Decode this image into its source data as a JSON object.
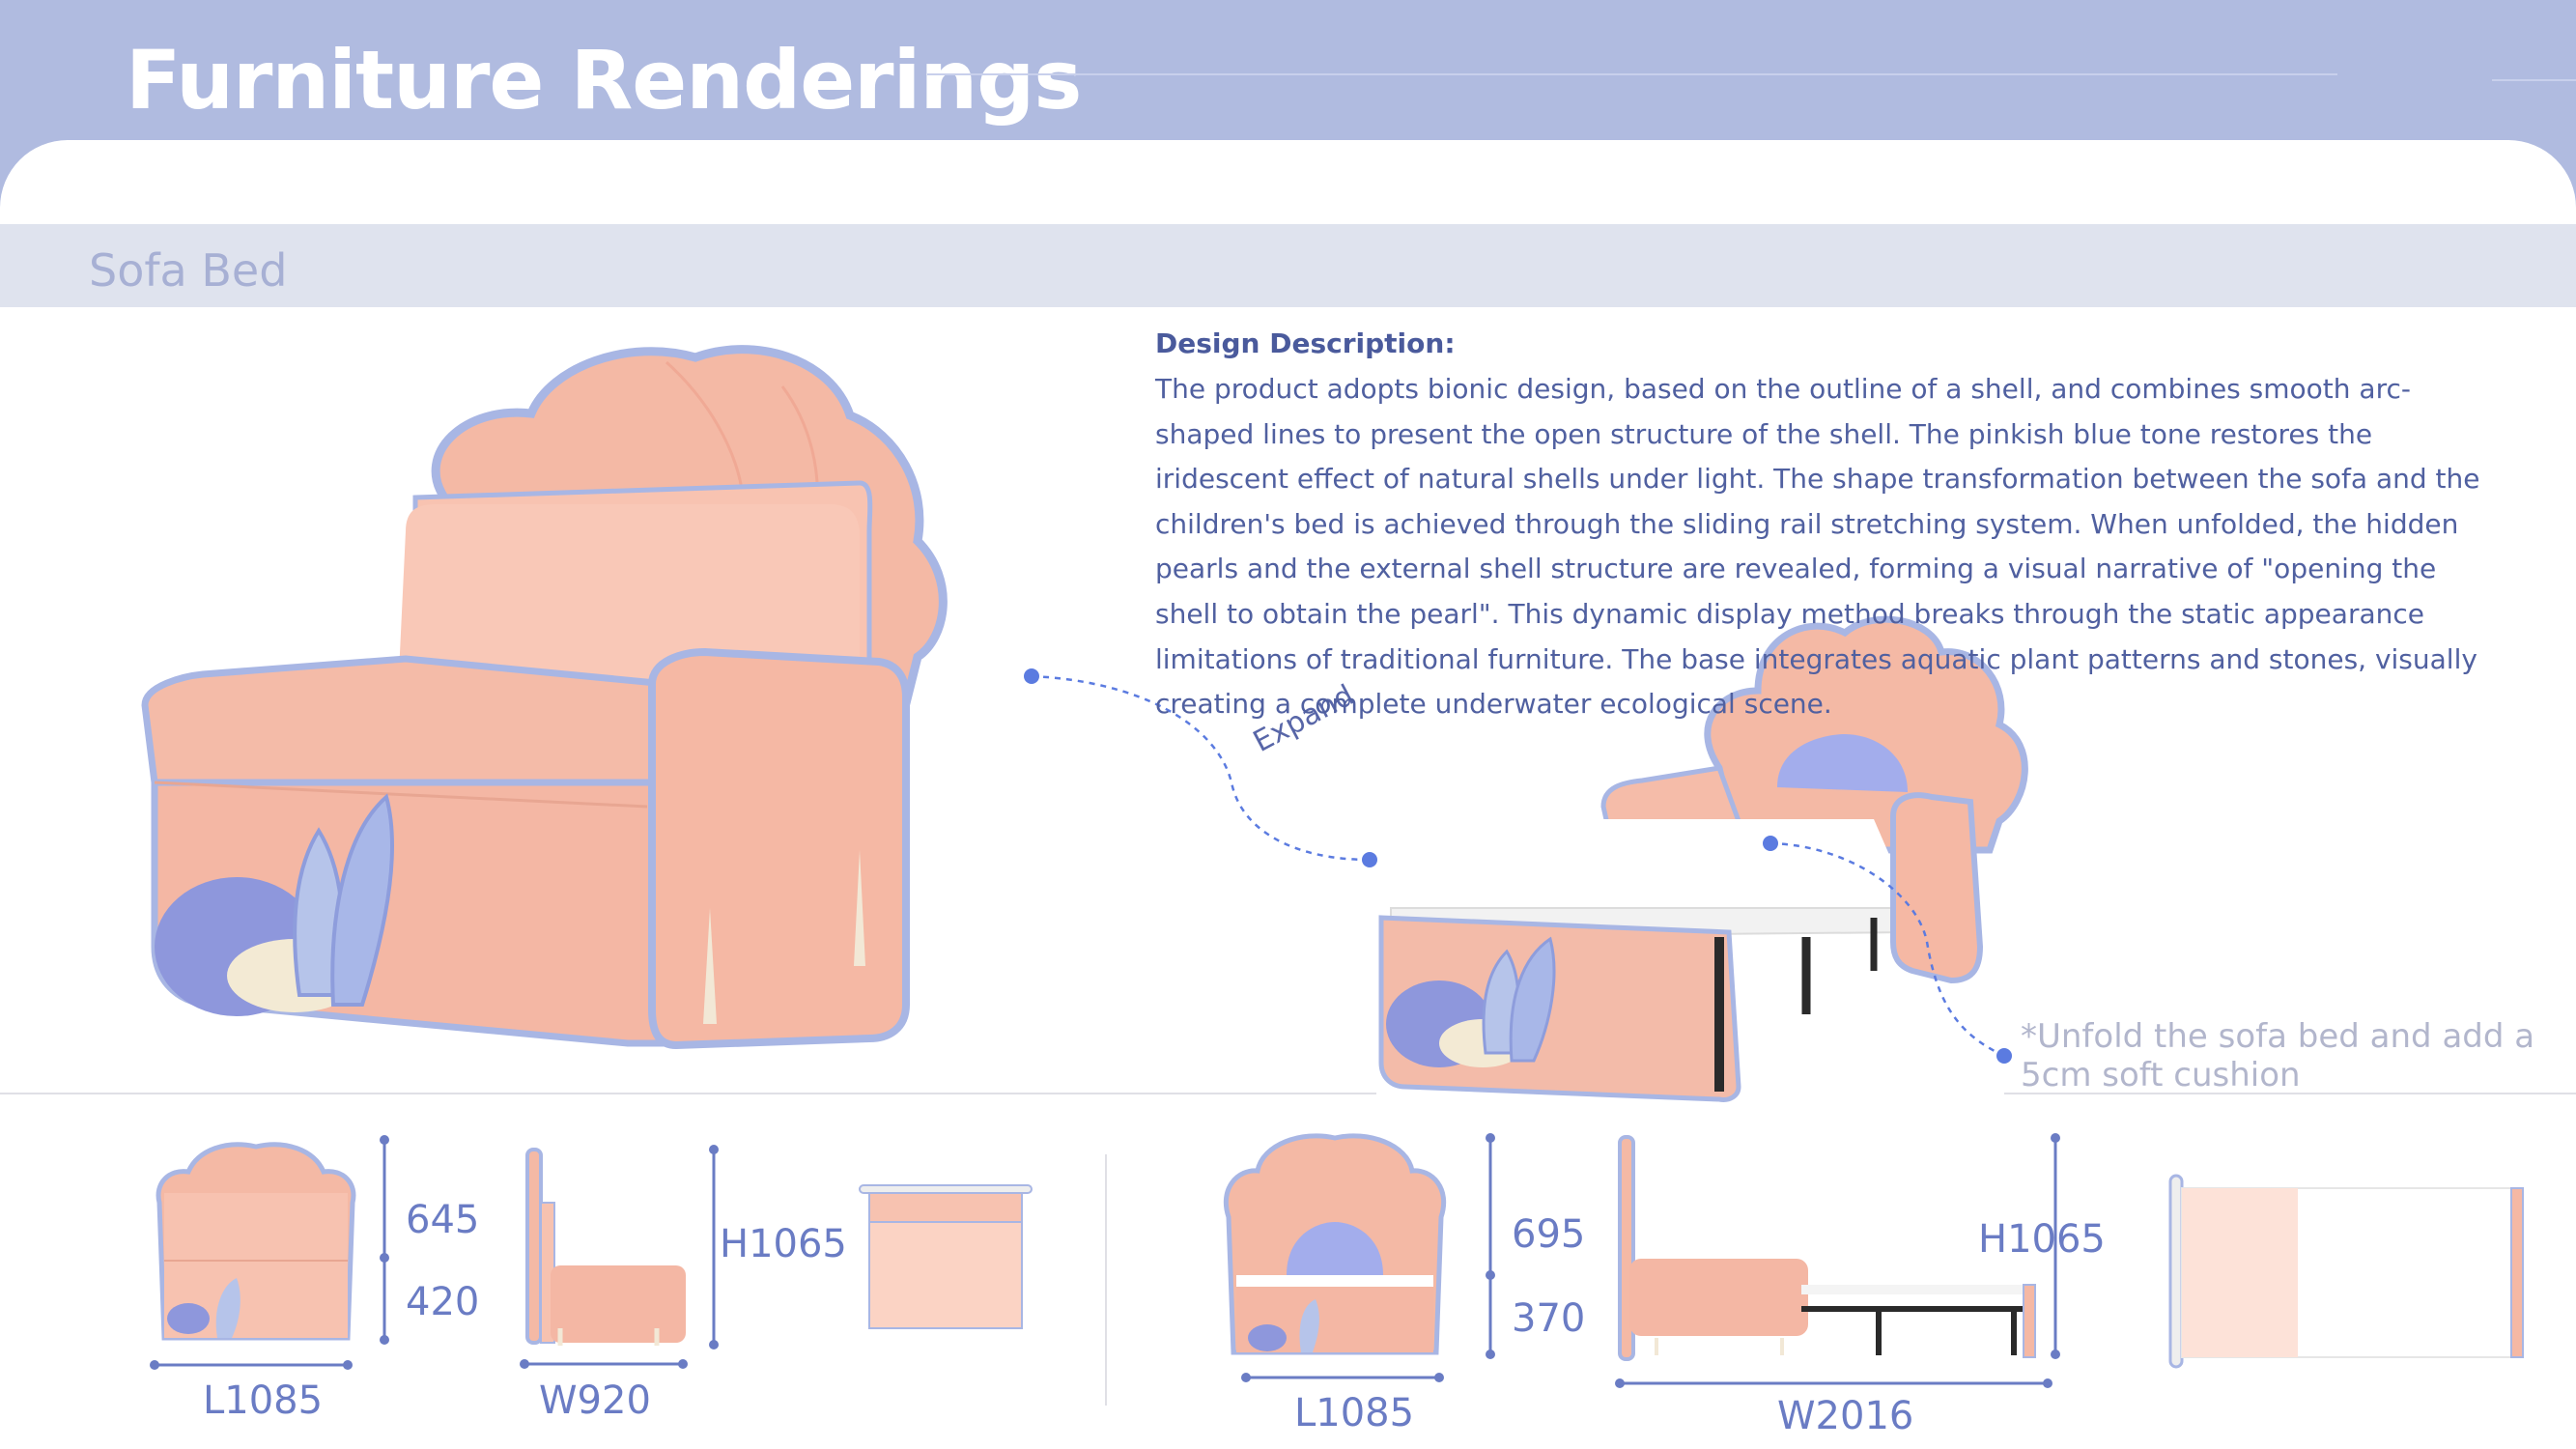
{
  "page": {
    "title": "Furniture Renderings",
    "section": "Sofa Bed"
  },
  "description": {
    "heading": "Design Description:",
    "body": "The product adopts bionic design, based on the outline of a shell, and combines smooth arc-shaped lines to present the open structure of the shell. The pinkish blue tone restores the iridescent effect of natural shells under light. The shape transformation between the sofa and the children's bed is achieved through the sliding rail stretching system. When unfolded, the hidden pearls and the external shell structure are revealed, forming a visual narrative of \"opening the shell to obtain the pearl\". This dynamic display method breaks through the static appearance limitations of traditional furniture. The base integrates aquatic plant patterns and stones, visually creating a complete underwater ecological scene."
  },
  "annotations": {
    "expand": "Expand",
    "unfold_note": "*Unfold the sofa bed and add a 5cm soft cushion"
  },
  "dimensions": {
    "sofa": {
      "seat_height": "645",
      "base_height": "420",
      "length": "L1085",
      "width": "W920",
      "height": "H1065"
    },
    "bed": {
      "seat_height": "695",
      "base_height": "370",
      "length": "L1085",
      "width": "W2016",
      "height": "H1065"
    }
  },
  "colors": {
    "header": "#b0bbe0",
    "title_text": "#ffffff",
    "section_band": "#dfe3ee",
    "pink_upholstery": "#f7c0ad",
    "blue_trim": "#a8b6e4",
    "accent_blue": "#6a7cc4"
  }
}
